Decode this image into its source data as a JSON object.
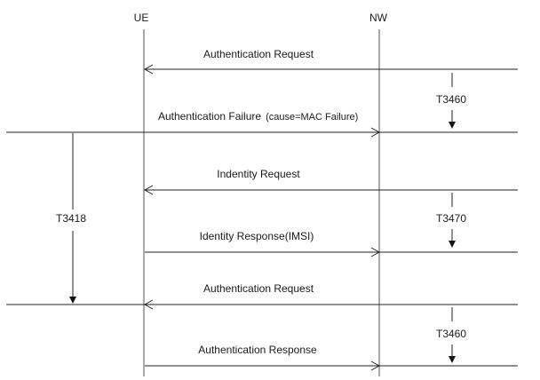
{
  "lifelines": [
    {
      "id": "ue",
      "label": "UE"
    },
    {
      "id": "nw",
      "label": "NW"
    }
  ],
  "messages": [
    {
      "label": "Authentication  Request",
      "direction": "nw-to-ue"
    },
    {
      "label": "Authentication  Failure",
      "note": "(cause=MAC Failure)",
      "direction": "ue-to-nw"
    },
    {
      "label": "Indentity Request",
      "direction": "nw-to-ue"
    },
    {
      "label": "Identity  Response(IMSI)",
      "direction": "ue-to-nw"
    },
    {
      "label": "Authentication  Request",
      "direction": "nw-to-ue"
    },
    {
      "label": "Authentication  Response",
      "direction": "ue-to-nw"
    }
  ],
  "timers": [
    {
      "label": "T3460",
      "side": "nw"
    },
    {
      "label": "T3470",
      "side": "nw"
    },
    {
      "label": "T3460",
      "side": "nw"
    },
    {
      "label": "T3418",
      "side": "ue"
    }
  ]
}
